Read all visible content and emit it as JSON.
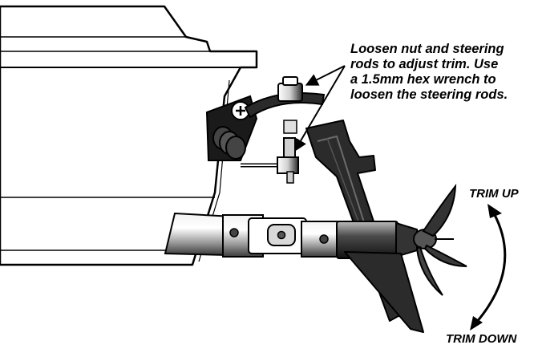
{
  "callout": {
    "lines": [
      "Loosen nut and steering",
      "rods to adjust trim. Use",
      "a 1.5mm hex wrench to",
      "loosen the steering rods."
    ]
  },
  "labels": {
    "trim_up": "TRIM UP",
    "trim_down": "TRIM DOWN"
  },
  "colors": {
    "line": "#000000",
    "hull": "#ffffff",
    "metal_dark": "#333333",
    "metal_light": "#d9d9d9"
  }
}
